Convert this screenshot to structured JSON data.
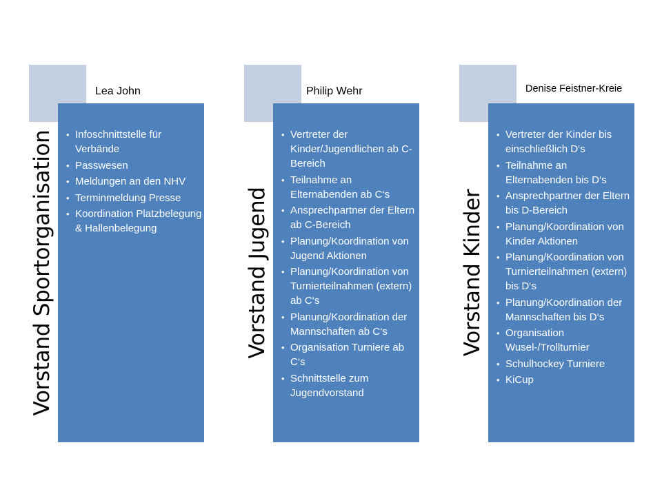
{
  "columns": [
    {
      "role": "Vorstand Sportorganisation",
      "name": "Lea John",
      "duties": [
        "Infoschnittstelle für Verbände",
        "Passwesen",
        "Meldungen an den NHV",
        "Terminmeldung Presse",
        "Koordination Platzbelegung & Hallenbelegung"
      ]
    },
    {
      "role": "Vorstand Jugend",
      "name": "Philip Wehr",
      "duties": [
        "Vertreter der Kinder/Jugendlichen ab C-Bereich",
        "Teilnahme an Elternabenden ab  C‘s",
        "Ansprechpartner der Eltern ab C-Bereich",
        "Planung/Koordination von Jugend Aktionen",
        "Planung/Koordination von Turnierteilnahmen (extern) ab C‘s",
        "Planung/Koordination der Mannschaften ab C‘s",
        "Organisation Turniere ab C‘s",
        "Schnittstelle zum Jugendvorstand"
      ]
    },
    {
      "role": "Vorstand Kinder",
      "name": "Denise Feistner-Kreie",
      "duties": [
        "Vertreter der Kinder bis einschließlich D‘s",
        "Teilnahme an Elternabenden bis D‘s",
        "Ansprechpartner der Eltern bis D-Bereich",
        "Planung/Koordination von Kinder Aktionen",
        "Planung/Koordination von Turnierteilnahmen (extern) bis  D‘s",
        "Planung/Koordination der Mannschaften bis D‘s",
        "Organisation Wusel-/Trollturnier",
        "Schulhockey Turniere",
        "KiCup"
      ]
    }
  ],
  "colors": {
    "panel": "#4f81bd",
    "photo_placeholder": "#c5cfe2"
  }
}
